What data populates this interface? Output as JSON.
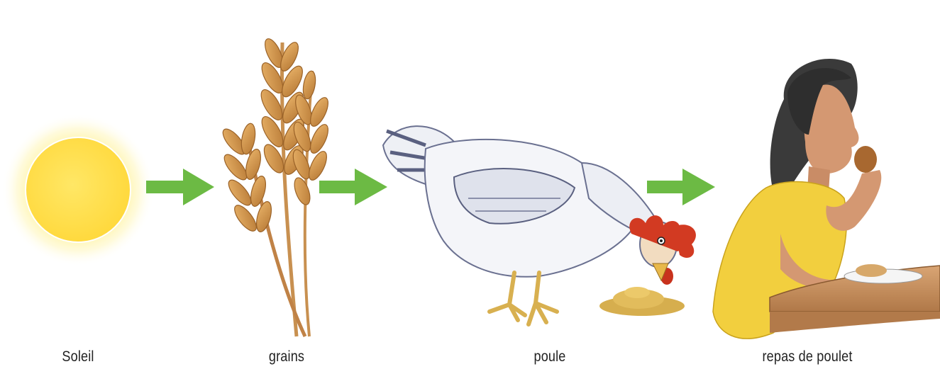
{
  "diagram": {
    "type": "food-chain",
    "stages": [
      {
        "id": "sun",
        "label": "Soleil",
        "icon": "sun-icon"
      },
      {
        "id": "grain",
        "label": "grains",
        "icon": "wheat-icon"
      },
      {
        "id": "hen",
        "label": "poule",
        "icon": "hen-icon"
      },
      {
        "id": "meal",
        "label": "repas de poulet",
        "icon": "girl-eating-chicken-icon"
      }
    ],
    "arrow_color": "#6cba44",
    "arrows": [
      "arrow-sun-to-grain",
      "arrow-grain-to-hen",
      "arrow-hen-to-meal"
    ]
  }
}
